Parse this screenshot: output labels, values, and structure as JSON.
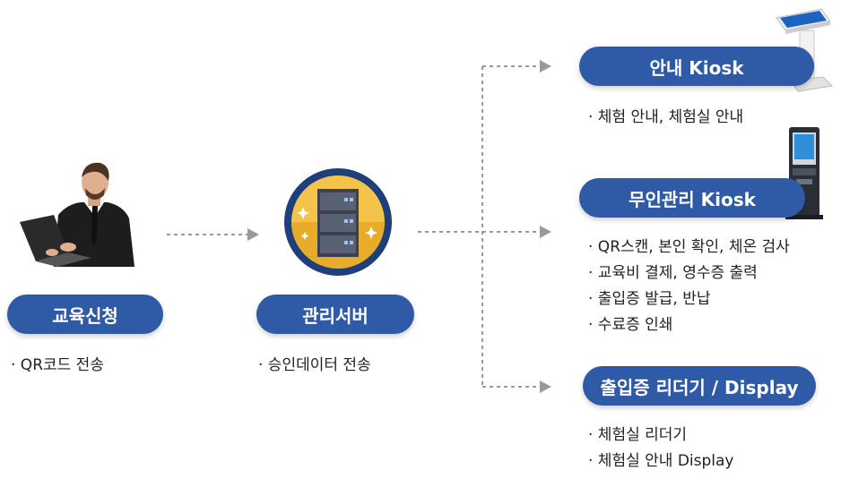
{
  "nodes": {
    "education": {
      "label": "교육신청",
      "items": [
        "· QR코드 전송"
      ]
    },
    "server": {
      "label": "관리서버",
      "items": [
        "· 승인데이터 전송"
      ]
    },
    "guide_kiosk": {
      "label": "안내 Kiosk",
      "items": [
        "· 체험 안내, 체험실 안내"
      ]
    },
    "unmanned_kiosk": {
      "label": "무인관리 Kiosk",
      "items": [
        "· QR스캔, 본인 확인, 체온 검사",
        "· 교육비 결제, 영수증 출력",
        "· 출입증 발급, 반납",
        "· 수료증 인쇄"
      ]
    },
    "reader_display": {
      "label": "출입증 리더기 / Display",
      "items": [
        "· 체험실 리더기",
        "· 체험실 안내 Display"
      ]
    }
  },
  "colors": {
    "pill": "#2f5aa5",
    "connector": "#999999",
    "server_ring": "#1f3f7a",
    "server_bg": "#f3c34a"
  },
  "icons": [
    "person-with-laptop-icon",
    "server-icon",
    "info-kiosk-icon",
    "self-service-kiosk-icon"
  ]
}
